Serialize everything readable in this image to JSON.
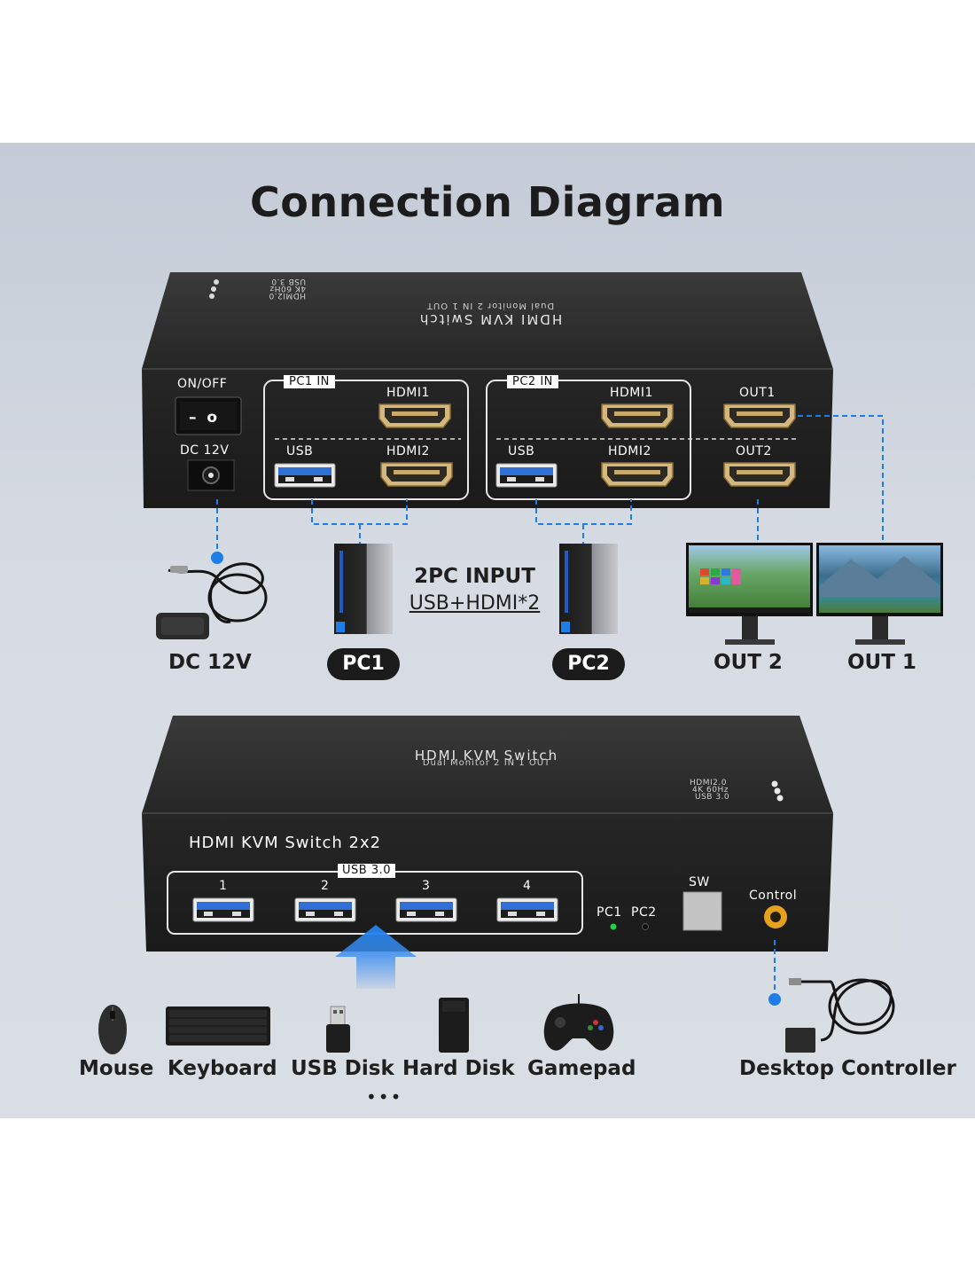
{
  "title": "Connection Diagram",
  "top_device": {
    "lid_title": "HDMI KVM Switch",
    "lid_subtitle": "Dual Monitor 2 IN 1 OUT",
    "lid_specs": [
      "HDMI2.0",
      "4K 60Hz",
      "USB 3.0"
    ],
    "on_off": "ON/OFF",
    "switch_glyph": "– o",
    "dc_label": "DC 12V",
    "pc1_group": "PC1 IN",
    "pc2_group": "PC2 IN",
    "usb": "USB",
    "hdmi1": "HDMI1",
    "hdmi2": "HDMI2",
    "out1": "OUT1",
    "out2": "OUT2"
  },
  "peripherals_top": {
    "dc": "DC 12V",
    "pc1": "PC1",
    "pc2": "PC2",
    "input_line1": "2PC INPUT",
    "input_line2": "USB+HDMI*2",
    "out2": "OUT 2",
    "out1": "OUT 1"
  },
  "bottom_device": {
    "lid_title": "HDMI KVM Switch",
    "lid_subtitle": "Dual Monitor 2 IN 1 OUT",
    "lid_specs": [
      "HDMI2.0",
      "4K 60Hz",
      "USB 3.0"
    ],
    "front_title": "HDMI KVM Switch 2x2",
    "usb_group": "USB 3.0",
    "ports": [
      "1",
      "2",
      "3",
      "4"
    ],
    "pc1_led": "PC1",
    "pc2_led": "PC2",
    "sw": "SW",
    "control": "Control"
  },
  "peripherals_bottom": {
    "mouse": "Mouse",
    "keyboard": "Keyboard",
    "usb_disk": "USB Disk",
    "hard_disk": "Hard Disk",
    "gamepad": "Gamepad",
    "more": "•••",
    "controller": "Desktop Controller"
  },
  "colors": {
    "accent_blue": "#1e7ee8",
    "device_body": "#2a2a2a",
    "panel_bg": "#d3d8e0",
    "port_gold": "#c9a96a",
    "usb_blue": "#2f6fd6",
    "led_green": "#22d046",
    "control_orange": "#e7a21c"
  },
  "icons": {
    "ports": [
      "hdmi-port-icon",
      "usb-port-icon",
      "dc-jack-icon",
      "rocker-switch-icon",
      "audio-jack-icon"
    ],
    "devices": [
      "power-adapter-icon",
      "pc-tower-icon",
      "monitor-icon",
      "mouse-icon",
      "keyboard-icon",
      "usb-drive-icon",
      "hard-disk-icon",
      "gamepad-icon",
      "desktop-controller-icon",
      "arrow-up-icon"
    ]
  }
}
